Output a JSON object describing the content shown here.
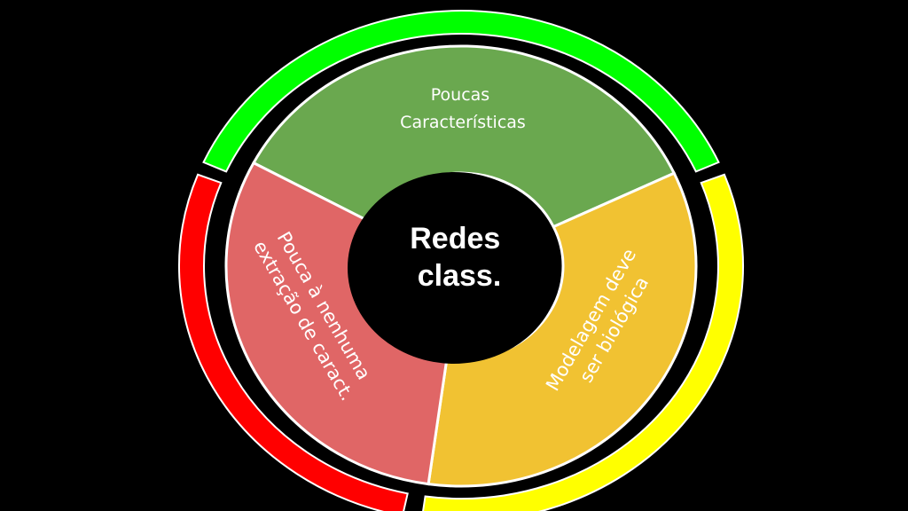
{
  "center": {
    "line1": "Redes",
    "line2": "class.",
    "color": "#000000",
    "text_color": "#FFFFFF"
  },
  "segments": [
    {
      "id": "top",
      "lines": [
        "Poucas",
        "Características"
      ],
      "fill": "#6AA84F",
      "ring": "#00FF00",
      "text_color": "#FFFFFF"
    },
    {
      "id": "right",
      "lines": [
        "Modelagem deve",
        "ser biológica"
      ],
      "fill": "#F1C232",
      "ring": "#FFFF00",
      "text_color": "#FFFFFF"
    },
    {
      "id": "left",
      "lines": [
        "Pouca à nenhuma",
        "extração de caract."
      ],
      "fill": "#E06666",
      "ring": "#FF0000",
      "text_color": "#FFFFFF"
    }
  ],
  "colors": {
    "background": "#000000",
    "outline": "#FFFFFF",
    "divider": "#000000"
  }
}
